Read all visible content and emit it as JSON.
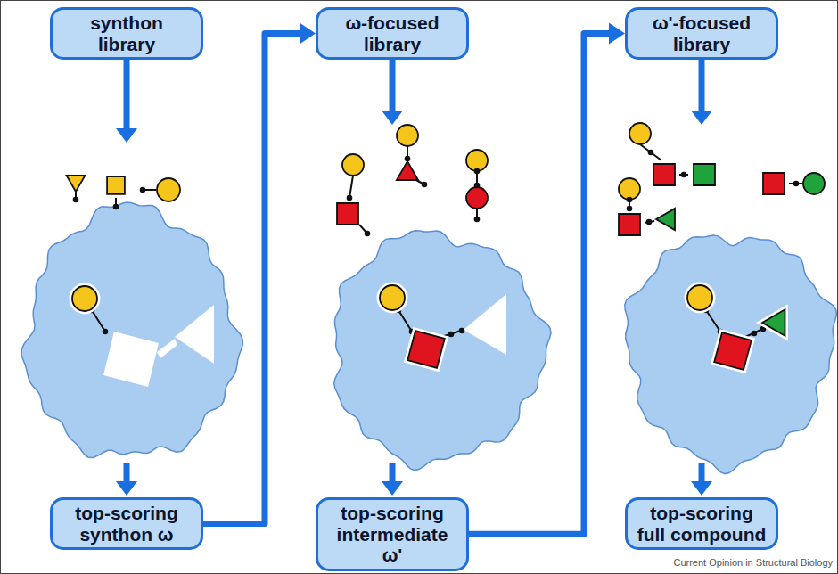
{
  "diagram": {
    "nodes": [
      {
        "text": [
          "synthon library"
        ]
      },
      {
        "text": [
          "ω-focused library"
        ]
      },
      {
        "text": [
          "ω'-focused library"
        ]
      },
      {
        "text": [
          "top-scoring synthon ω"
        ]
      },
      {
        "text": [
          "top-scoring intermediate ω'"
        ]
      },
      {
        "text": [
          "top-scoring full compound"
        ]
      }
    ],
    "edges": [
      {
        "from": 3,
        "to": 1,
        "arrow": "to"
      },
      {
        "from": 4,
        "to": 2,
        "arrow": "to"
      }
    ],
    "labels": [
      "Current Opinion in Structural Biology"
    ]
  }
}
